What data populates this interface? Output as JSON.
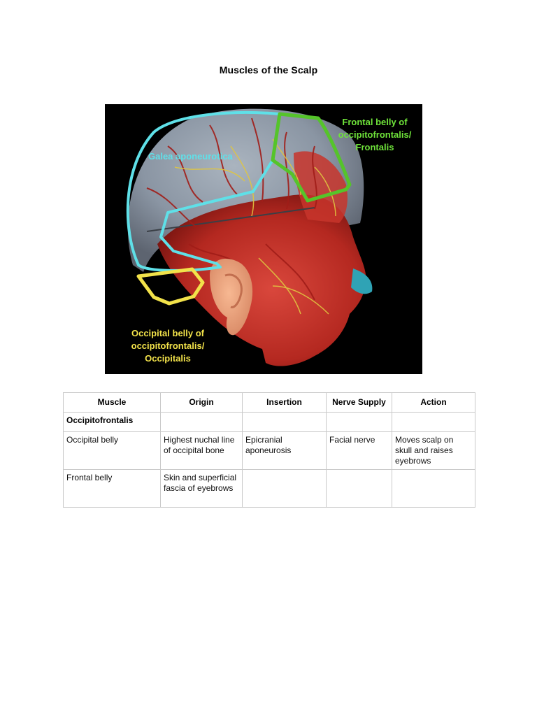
{
  "title": "Muscles of the Scalp",
  "figure": {
    "labels": {
      "galea": "Galea aponeurotica",
      "frontal": [
        "Frontal belly of",
        "occipitofrontalis/",
        "Frontalis"
      ],
      "occipital": [
        "Occipital belly of",
        "occipitofrontalis/",
        "Occipitalis"
      ]
    },
    "colors": {
      "galea": "#5fe0e8",
      "frontal": "#6fe43a",
      "occipital": "#f2e24a",
      "background": "#000000"
    }
  },
  "table": {
    "headers": [
      "Muscle",
      "Origin",
      "Insertion",
      "Nerve Supply",
      "Action"
    ],
    "group": "Occipitofrontalis",
    "rows": [
      {
        "muscle": "Occipital belly",
        "origin": "Highest nuchal line of occipital bone",
        "insertion": "Epicranial aponeurosis",
        "nerve": "Facial nerve",
        "action": "Moves scalp on skull and raises eyebrows"
      },
      {
        "muscle": "Frontal belly",
        "origin": "Skin and superficial fascia of eyebrows",
        "insertion": "",
        "nerve": "",
        "action": ""
      }
    ]
  }
}
